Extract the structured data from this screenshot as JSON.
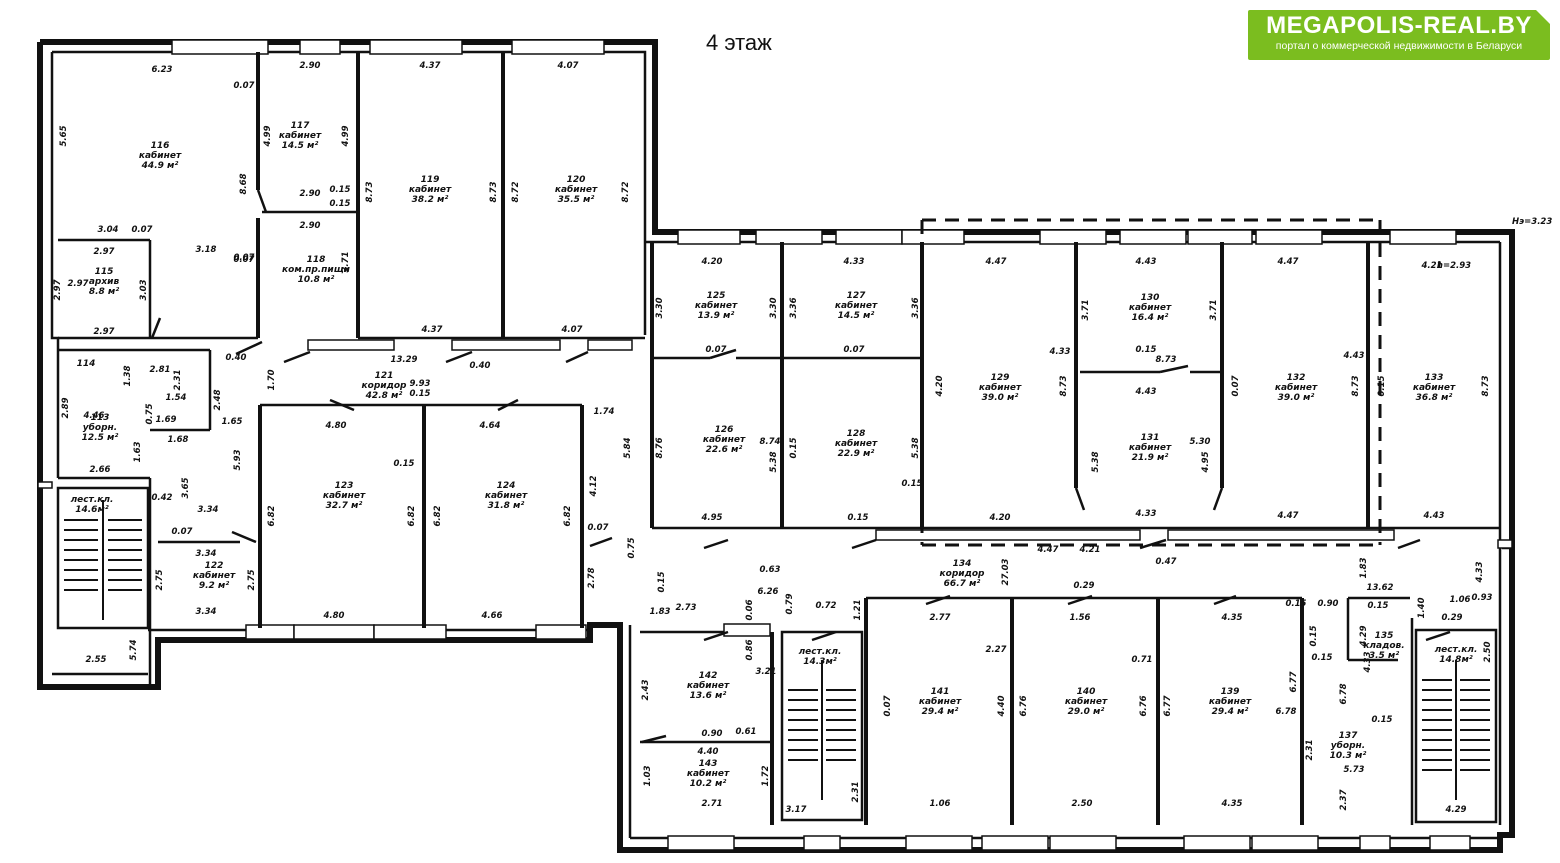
{
  "floor_title": "4 этаж",
  "brand": {
    "name": "MEGAPOLIS-REAL.BY",
    "tagline": "портал о коммерческой недвижимости в Беларуси",
    "color": "#7bbd1f"
  },
  "height_note": "Нэ=3.23",
  "rooms": [
    {
      "id": "r116",
      "lines": [
        "116",
        "кабинет",
        "44.9 м²"
      ]
    },
    {
      "id": "r117",
      "lines": [
        "117",
        "кабинет",
        "14.5 м²"
      ]
    },
    {
      "id": "r118",
      "lines": [
        "118",
        "ком.пр.пищи",
        "10.8 м²"
      ]
    },
    {
      "id": "r119",
      "lines": [
        "119",
        "кабинет",
        "38.2 м²"
      ]
    },
    {
      "id": "r120",
      "lines": [
        "120",
        "кабинет",
        "35.5 м²"
      ]
    },
    {
      "id": "r115",
      "lines": [
        "115",
        "архив",
        "8.8 м²"
      ]
    },
    {
      "id": "r113",
      "lines": [
        "113",
        "уборн.",
        "12.5 м²"
      ]
    },
    {
      "id": "r114",
      "lines": [
        "114",
        "",
        ""
      ]
    },
    {
      "id": "r121",
      "lines": [
        "121",
        "коридор",
        "42.8 м²"
      ]
    },
    {
      "id": "r123",
      "lines": [
        "123",
        "кабинет",
        "32.7 м²"
      ]
    },
    {
      "id": "r124",
      "lines": [
        "124",
        "кабинет",
        "31.8 м²"
      ]
    },
    {
      "id": "r122",
      "lines": [
        "122",
        "кабинет",
        "9.2 м²"
      ]
    },
    {
      "id": "rstairL",
      "lines": [
        "лест.кл.",
        "14.6м²"
      ]
    },
    {
      "id": "r125",
      "lines": [
        "125",
        "кабинет",
        "13.9 м²"
      ]
    },
    {
      "id": "r126",
      "lines": [
        "126",
        "кабинет",
        "22.6 м²"
      ]
    },
    {
      "id": "r127",
      "lines": [
        "127",
        "кабинет",
        "14.5 м²"
      ]
    },
    {
      "id": "r128",
      "lines": [
        "128",
        "кабинет",
        "22.9 м²"
      ]
    },
    {
      "id": "r129",
      "lines": [
        "129",
        "кабинет",
        "39.0 м²"
      ]
    },
    {
      "id": "r130",
      "lines": [
        "130",
        "кабинет",
        "16.4 м²"
      ]
    },
    {
      "id": "r131",
      "lines": [
        "131",
        "кабинет",
        "21.9 м²"
      ]
    },
    {
      "id": "r132",
      "lines": [
        "132",
        "кабинет",
        "39.0 м²"
      ]
    },
    {
      "id": "r133",
      "lines": [
        "133",
        "кабинет",
        "36.8 м²"
      ]
    },
    {
      "id": "r134",
      "lines": [
        "134",
        "коридор",
        "66.7 м²"
      ]
    },
    {
      "id": "r142",
      "lines": [
        "142",
        "кабинет",
        "13.6 м²"
      ]
    },
    {
      "id": "r143",
      "lines": [
        "143",
        "кабинет",
        "10.2 м²"
      ]
    },
    {
      "id": "rstairM",
      "lines": [
        "лест.кл.",
        "14.3м²"
      ]
    },
    {
      "id": "r141",
      "lines": [
        "141",
        "кабинет",
        "29.4 м²"
      ]
    },
    {
      "id": "r140",
      "lines": [
        "140",
        "кабинет",
        "29.0 м²"
      ]
    },
    {
      "id": "r139",
      "lines": [
        "139",
        "кабинет",
        "29.4 м²"
      ]
    },
    {
      "id": "r135",
      "lines": [
        "135",
        "кладов.",
        "3.5 м²"
      ]
    },
    {
      "id": "r137",
      "lines": [
        "137",
        "уборн.",
        "10.3 м²"
      ]
    },
    {
      "id": "rstairR",
      "lines": [
        "лест.кл.",
        "14.8м²"
      ]
    }
  ],
  "dimensions": [
    "6.23",
    "2.90",
    "4.37",
    "4.07",
    "0.07",
    "0.07",
    "4.99",
    "4.99",
    "5.65",
    "8.68",
    "2.90",
    "0.15",
    "2.90",
    "0.15",
    "8.73",
    "8.73",
    "8.72",
    "8.72",
    "3.04",
    "0.07",
    "2.97",
    "3.18",
    "0.07",
    "2.97",
    "2.97",
    "3.03",
    "2.97",
    "3.71",
    "4.37",
    "4.07",
    "0.40",
    "13.29",
    "0.40",
    "1.70",
    "9.93",
    "0.15",
    "1.74",
    "2.81",
    "2.31",
    "2.48",
    "1.54",
    "1.69",
    "1.65",
    "1.68",
    "2.89",
    "4.46",
    "0.75",
    "1.38",
    "2.66",
    "1.63",
    "5.93",
    "3.65",
    "4.80",
    "4.64",
    "0.15",
    "6.82",
    "6.82",
    "6.82",
    "6.82",
    "4.12",
    "5.84",
    "0.42",
    "3.34",
    "0.07",
    "3.34",
    "2.75",
    "2.75",
    "3.34",
    "4.80",
    "4.66",
    "2.55",
    "5.74",
    "2.78",
    "0.07",
    "0.75",
    "4.20",
    "4.33",
    "4.47",
    "4.43",
    "4.47",
    "4.21",
    "h=2.93",
    "3.30",
    "3.30",
    "3.36",
    "3.36",
    "3.71",
    "3.71",
    "0.07",
    "0.07",
    "4.20",
    "4.33",
    "8.73",
    "0.15",
    "8.73",
    "4.43",
    "0.07",
    "4.43",
    "8.73",
    "0.15",
    "8.73",
    "8.76",
    "8.74",
    "5.38",
    "0.15",
    "5.38",
    "5.38",
    "5.30",
    "4.95",
    "0.15",
    "4.95",
    "0.15",
    "4.20",
    "4.33",
    "4.47",
    "4.43",
    "4.47",
    "4.21",
    "27.03",
    "0.47",
    "1.83",
    "0.15",
    "1.83",
    "2.73",
    "0.63",
    "6.26",
    "0.06",
    "0.79",
    "0.72",
    "1.21",
    "0.29",
    "0.90",
    "13.62",
    "1.40",
    "1.06",
    "0.93",
    "0.29",
    "0.15",
    "2.77",
    "1.56",
    "4.35",
    "4.29",
    "4.33",
    "2.27",
    "0.71",
    "0.15",
    "0.15",
    "0.15",
    "2.43",
    "0.86",
    "3.21",
    "0.90",
    "0.61",
    "4.40",
    "0.07",
    "4.40",
    "6.76",
    "6.76",
    "6.77",
    "6.77",
    "6.78",
    "6.78",
    "0.15",
    "1.03",
    "1.72",
    "2.31",
    "2.31",
    "5.73",
    "2.37",
    "3.17",
    "1.06",
    "2.50",
    "4.35",
    "4.29",
    "4.33",
    "2.50",
    "2.71",
    "5.74",
    "4.40"
  ]
}
